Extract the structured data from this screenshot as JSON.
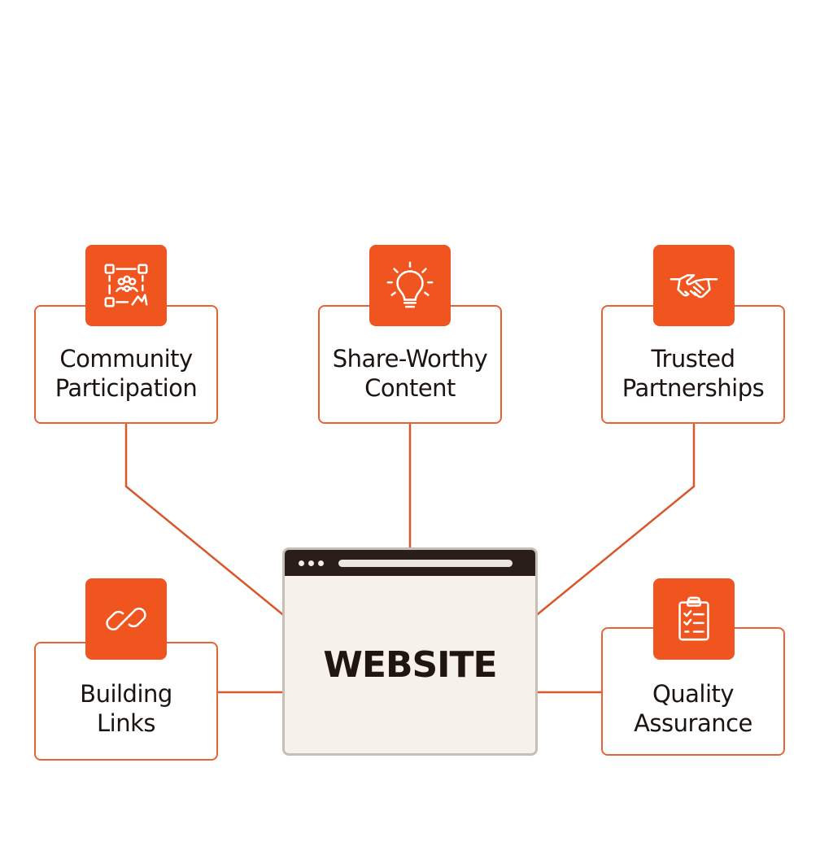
{
  "center": {
    "label": "WEBSITE"
  },
  "nodes": {
    "community": {
      "line1": "Community",
      "line2": "Participation",
      "icon": "community-grid-icon"
    },
    "content": {
      "line1": "Share-Worthy",
      "line2": "Content",
      "icon": "lightbulb-icon"
    },
    "partnerships": {
      "line1": "Trusted",
      "line2": "Partnerships",
      "icon": "handshake-icon"
    },
    "links": {
      "line1": "Building",
      "line2": "Links",
      "icon": "chain-link-icon"
    },
    "quality": {
      "line1": "Quality",
      "line2": "Assurance",
      "icon": "clipboard-checklist-icon"
    }
  },
  "colors": {
    "accent": "#f0541f",
    "border": "#e5643a",
    "connector": "#d9572c",
    "window_bar": "#2a1e1a",
    "window_body": "#f6f1ea"
  }
}
